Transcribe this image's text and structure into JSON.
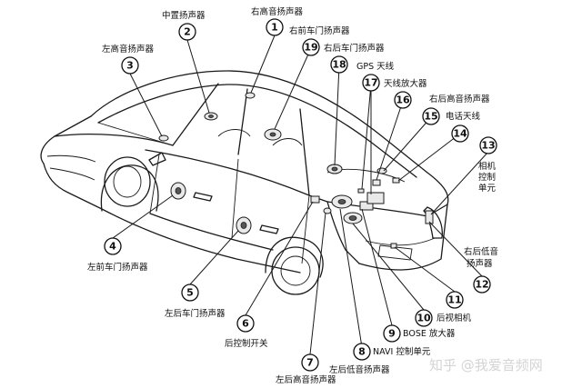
{
  "components": [
    {
      "num": "1",
      "label": "右高音扬声器"
    },
    {
      "num": "2",
      "label": "中置扬声器"
    },
    {
      "num": "3",
      "label": "左高音扬声器"
    },
    {
      "num": "4",
      "label": "左前车门扬声器"
    },
    {
      "num": "5",
      "label": "左后车门扬声器"
    },
    {
      "num": "6",
      "label": "后控制开关"
    },
    {
      "num": "7",
      "label": "左后高音扬声器"
    },
    {
      "num": "8",
      "label": "NAVI 控制单元"
    },
    {
      "num": "9",
      "label": "BOSE 放大器"
    },
    {
      "num": "10",
      "label": "后视相机"
    },
    {
      "num": "11",
      "label": ""
    },
    {
      "num": "12",
      "label": "右后低音扬声器"
    },
    {
      "num": "13",
      "label": "相机控制单元"
    },
    {
      "num": "14",
      "label": "电话天线"
    },
    {
      "num": "15",
      "label": "右后高音扬声器"
    },
    {
      "num": "16",
      "label": "天线放大器"
    },
    {
      "num": "17",
      "label": "GPS 天线"
    },
    {
      "num": "18",
      "label": "右后车门扬声器"
    },
    {
      "num": "19",
      "label": "右前车门扬声器"
    }
  ],
  "extra_labels": {
    "rear_woofer_left": "左后低音扬声器"
  },
  "watermark": "知乎 @我爱音频网"
}
